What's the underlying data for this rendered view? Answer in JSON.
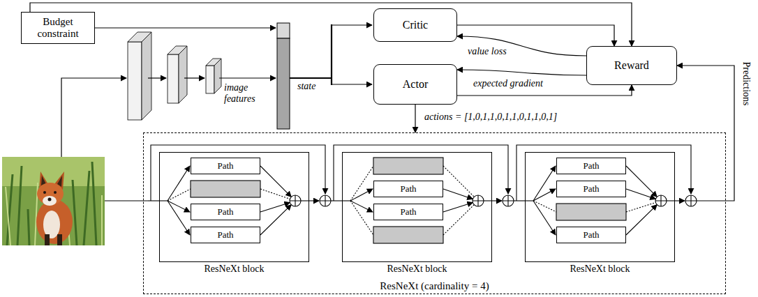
{
  "diagram": {
    "nodes": [
      {
        "text": [
          "Budget constraint"
        ]
      },
      {
        "text": [
          "Critic"
        ]
      },
      {
        "text": [
          "Actor"
        ]
      },
      {
        "text": [
          "Reward"
        ]
      },
      {
        "text": [
          "ResNeXt (cardinality = 4)"
        ]
      },
      {
        "text": [
          "ResNeXt block"
        ],
        "in": 4
      },
      {
        "text": [
          "Path"
        ],
        "in": 5
      },
      {
        "text": [
          "Path"
        ],
        "in": 5
      },
      {
        "text": [
          "Path"
        ],
        "in": 5
      },
      {
        "text": [
          "ResNeXt block"
        ],
        "in": 4
      },
      {
        "text": [
          "Path"
        ],
        "in": 9
      },
      {
        "text": [
          "Path"
        ],
        "in": 9
      },
      {
        "text": [
          "ResNeXt block"
        ],
        "in": 4
      },
      {
        "text": [
          "Path"
        ],
        "in": 12
      },
      {
        "text": [
          "Path"
        ],
        "in": 12
      },
      {
        "text": [
          "Path"
        ],
        "in": 12
      }
    ],
    "edges": [
      {
        "from": 0,
        "to": 3,
        "arrow": "to"
      },
      {
        "from": 1,
        "to": 3,
        "arrow": "to"
      },
      {
        "from": 3,
        "to": 1,
        "label": "value loss",
        "arrow": "to"
      },
      {
        "from": 3,
        "to": 2,
        "label": "expected gradient",
        "arrow": "to"
      },
      {
        "from": 2,
        "to": 3,
        "arrow": "to"
      },
      {
        "from": 2,
        "to": 4,
        "label": "actions = [1,0,1,1,0,1,1,0,1,1,0,1]",
        "arrow": "to"
      },
      {
        "from": 4,
        "to": 3,
        "label": "Predictions",
        "arrow": "to"
      }
    ],
    "labels": [
      "image features",
      "state"
    ]
  }
}
